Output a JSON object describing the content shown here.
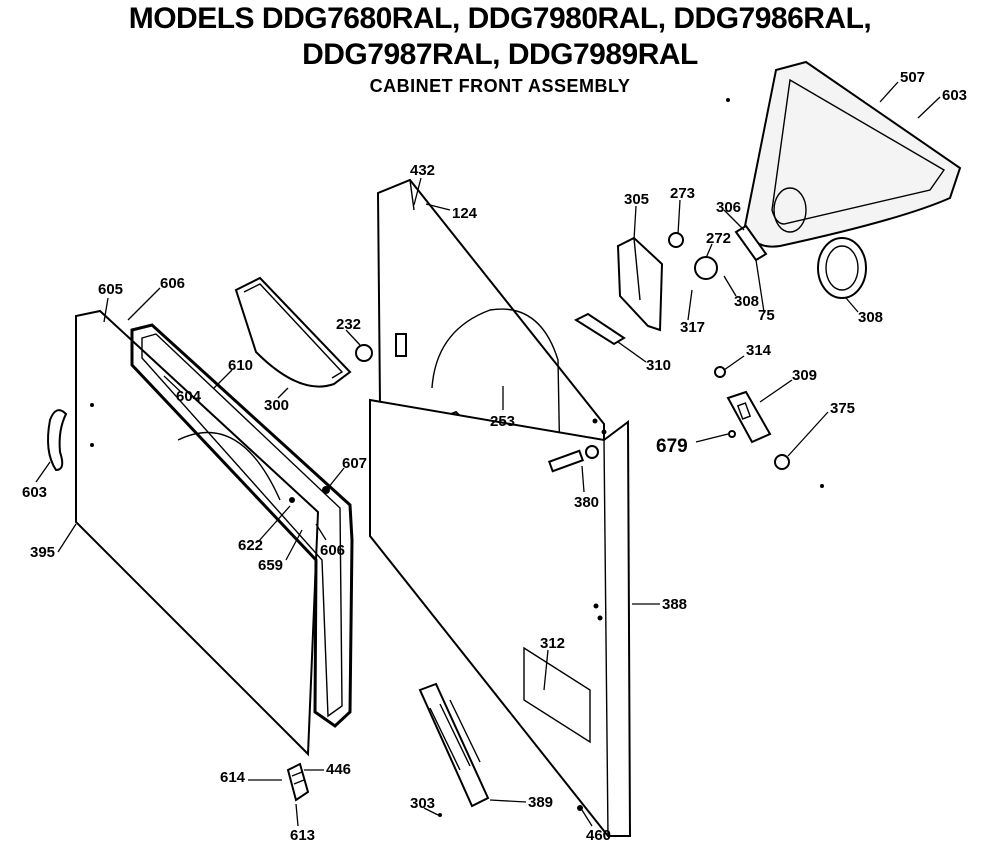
{
  "title": {
    "line1": "MODELS DDG7680RAL, DDG7980RAL, DDG7986RAL,",
    "line2": "DDG7987RAL, DDG7989RAL",
    "line3": "CABINET FRONT ASSEMBLY"
  },
  "callouts": [
    {
      "id": "507",
      "text": "507"
    },
    {
      "id": "603a",
      "text": "603"
    },
    {
      "id": "432",
      "text": "432"
    },
    {
      "id": "124",
      "text": "124"
    },
    {
      "id": "305",
      "text": "305"
    },
    {
      "id": "273",
      "text": "273"
    },
    {
      "id": "306",
      "text": "306"
    },
    {
      "id": "272",
      "text": "272"
    },
    {
      "id": "308a",
      "text": "308"
    },
    {
      "id": "75",
      "text": "75"
    },
    {
      "id": "308b",
      "text": "308"
    },
    {
      "id": "317",
      "text": "317"
    },
    {
      "id": "310",
      "text": "310"
    },
    {
      "id": "605",
      "text": "605"
    },
    {
      "id": "606a",
      "text": "606"
    },
    {
      "id": "232",
      "text": "232"
    },
    {
      "id": "610",
      "text": "610"
    },
    {
      "id": "604",
      "text": "604"
    },
    {
      "id": "300",
      "text": "300"
    },
    {
      "id": "314",
      "text": "314"
    },
    {
      "id": "309",
      "text": "309"
    },
    {
      "id": "375",
      "text": "375"
    },
    {
      "id": "679",
      "text": "679"
    },
    {
      "id": "603b",
      "text": "603"
    },
    {
      "id": "253",
      "text": "253"
    },
    {
      "id": "607",
      "text": "607"
    },
    {
      "id": "380",
      "text": "380"
    },
    {
      "id": "395",
      "text": "395"
    },
    {
      "id": "622",
      "text": "622"
    },
    {
      "id": "659",
      "text": "659"
    },
    {
      "id": "606b",
      "text": "606"
    },
    {
      "id": "388",
      "text": "388"
    },
    {
      "id": "312",
      "text": "312"
    },
    {
      "id": "614",
      "text": "614"
    },
    {
      "id": "446",
      "text": "446"
    },
    {
      "id": "613",
      "text": "613"
    },
    {
      "id": "303",
      "text": "303"
    },
    {
      "id": "389",
      "text": "389"
    },
    {
      "id": "460",
      "text": "460"
    }
  ]
}
